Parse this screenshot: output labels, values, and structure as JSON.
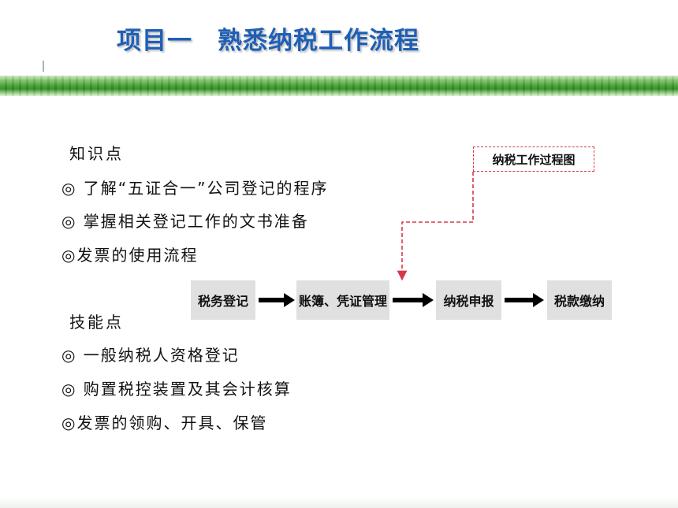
{
  "title": "项目一　熟悉纳税工作流程",
  "knowledge": {
    "heading": "知识点",
    "items": [
      "◎ 了解“五证合一”公司登记的程序",
      "◎ 掌握相关登记工作的文书准备",
      "◎发票的使用流程"
    ]
  },
  "skills": {
    "heading": "技能点",
    "items": [
      "◎ 一般纳税人资格登记",
      "◎ 购置税控装置及其会计核算",
      "◎发票的领购、开具、保管"
    ]
  },
  "flow": {
    "legend": "纳税工作过程图",
    "steps": [
      "税务登记",
      "账簿、凭证管理",
      "纳税申报",
      "税款缴纳"
    ]
  },
  "colors": {
    "title": "#1f5fb5",
    "band": "#3f9a2c",
    "step_box": "#e0e0e0",
    "dashed_connector": "#d7384a"
  }
}
